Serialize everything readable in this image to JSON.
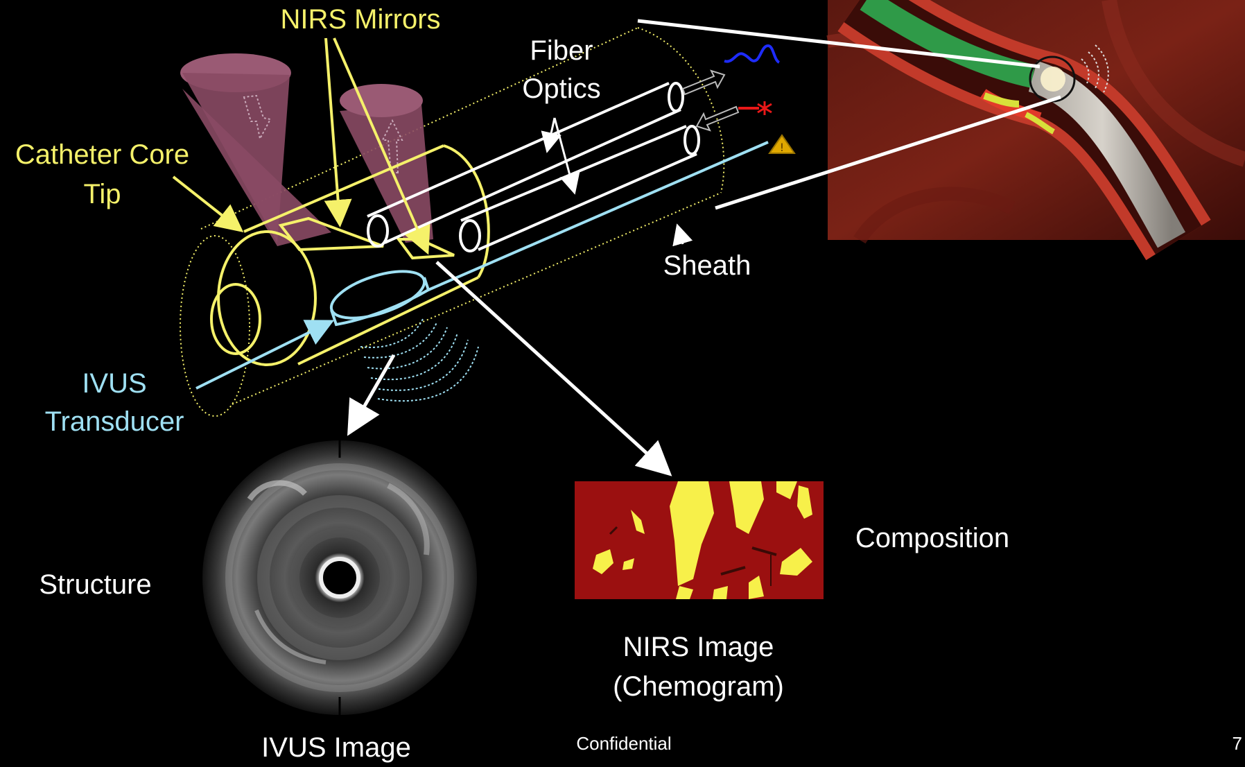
{
  "labels": {
    "nirs_mirrors": "NIRS Mirrors",
    "fiber_optics_line1": "Fiber",
    "fiber_optics_line2": "Optics",
    "catheter_core_line1": "Catheter Core",
    "catheter_core_line2": "Tip",
    "sheath": "Sheath",
    "ivus_line1": "IVUS",
    "ivus_line2": "Transducer",
    "structure": "Structure",
    "composition": "Composition",
    "nirs_image_line1": "NIRS Image",
    "nirs_image_line2": "(Chemogram)",
    "ivus_image": "IVUS Image",
    "footer": "Confidential",
    "page_number": "7"
  },
  "colors": {
    "background": "#000000",
    "catheter": "#f5f16a",
    "ivus": "#9fe0f3",
    "fiber": "#ffffff",
    "cone": "#8a4a64",
    "chemogram_bg": "#9b1010",
    "chemogram_lipid": "#f7f04a",
    "signal_blue": "#1e2cff",
    "signal_red": "#e81818",
    "warning": "#e0a800"
  }
}
